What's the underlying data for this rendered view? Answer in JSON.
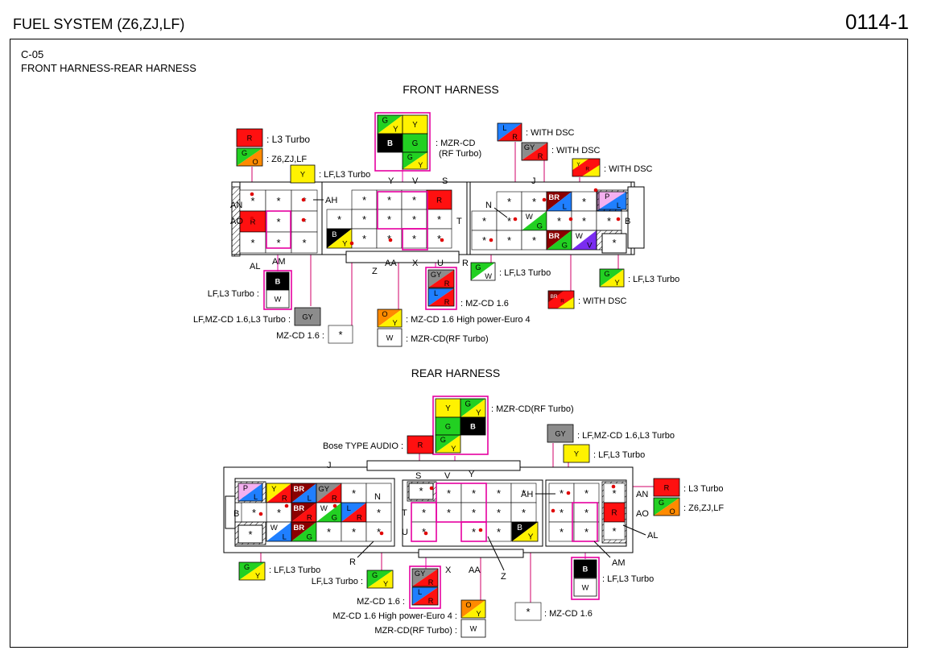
{
  "header": {
    "title": "FUEL SYSTEM (Z6,ZJ,LF)",
    "page_number": "0114-1"
  },
  "connector": {
    "code": "C-05",
    "description": "FRONT HARNESS-REAR HARNESS"
  },
  "sections": {
    "front": "FRONT HARNESS",
    "rear": "REAR HARNESS"
  },
  "colors": {
    "R": "#ff1010",
    "G": "#22d022",
    "O": "#ff8a00",
    "Y": "#fff200",
    "B": "#000000",
    "W": "#ffffff",
    "L": "#1f7fff",
    "GY": "#8c8c8c",
    "BR": "#8b0000",
    "P": "#f4b0f0",
    "V": "#7a2cf0",
    "magenta": "#e600a0",
    "wire": "#d0006a"
  },
  "pin_mark": "*",
  "front": {
    "labels": {
      "AN": "AN",
      "AO": "AO",
      "AH": "AH",
      "AL": "AL",
      "AM": "AM",
      "Y": "Y",
      "V": "V",
      "S": "S",
      "T": "T",
      "Z": "Z",
      "AA": "AA",
      "X": "X",
      "U": "U",
      "J": "J",
      "N": "N",
      "B": "B",
      "R": "R"
    },
    "notes": {
      "l3turbo": ": L3 Turbo",
      "z6zjlf": ": Z6,ZJ,LF",
      "lfl3turbo": ": LF,L3 Turbo",
      "mzrcd": ": MZR-CD",
      "rfturbo": "(RF Turbo)",
      "withdsc": ": WITH DSC",
      "mzcd16": ": MZ-CD 1.6",
      "mzcd16hp": ": MZ-CD 1.6 High power-Euro 4",
      "mzrcd_rf": ": MZR-CD(RF Turbo)",
      "lf_l3_left": "LF,L3 Turbo :",
      "lf_mzcd_l3_left": "LF,MZ-CD 1.6,L3 Turbo :",
      "mzcd16_left": "MZ-CD 1.6 :"
    }
  },
  "rear": {
    "labels": {
      "J": "J",
      "S": "S",
      "V": "V",
      "Y": "Y",
      "AH": "AH",
      "AN": "AN",
      "AO": "AO",
      "AL": "AL",
      "AM": "AM",
      "N": "N",
      "B": "B",
      "T": "T",
      "U": "U",
      "R": "R",
      "X": "X",
      "AA": "AA",
      "Z": "Z"
    },
    "notes": {
      "mzrcd_rf": ": MZR-CD(RF Turbo)",
      "bose": "Bose TYPE AUDIO :",
      "lf_mzcd_l3": ": LF,MZ-CD 1.6,L3 Turbo",
      "lfl3turbo": ": LF,L3 Turbo",
      "l3turbo": ": L3 Turbo",
      "z6zjlf": ": Z6,ZJ,LF",
      "mzcd16": ": MZ-CD 1.6",
      "lf_l3_left": "LF,L3 Turbo :",
      "mzcd16_left": "MZ-CD 1.6 :",
      "mzcd16hp_left": "MZ-CD 1.6 High power-Euro 4 :",
      "mzrcd_rf_left": "MZR-CD(RF Turbo) :"
    }
  }
}
